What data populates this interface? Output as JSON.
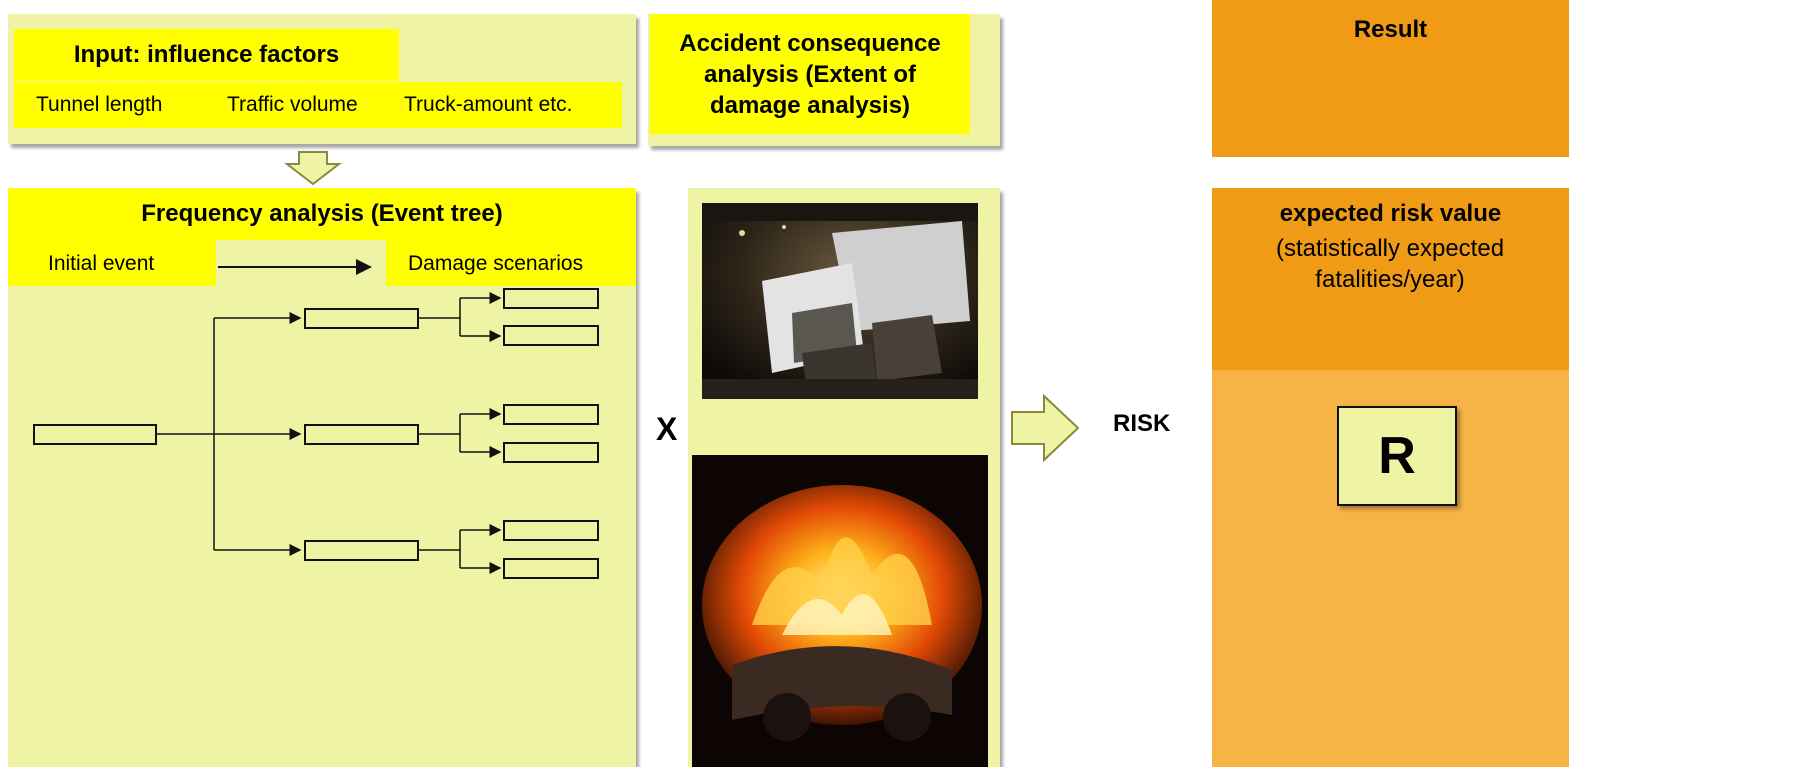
{
  "input_box": {
    "title": "Input: influence factors",
    "factors": [
      "Tunnel length",
      "Traffic volume",
      "Truck-amount etc."
    ]
  },
  "frequency_box": {
    "title": "Frequency analysis (Event tree)",
    "initial_label": "Initial event",
    "damage_label": "Damage scenarios"
  },
  "consequence_box": {
    "title": "Accident consequence analysis (Extent of damage analysis)"
  },
  "operator_symbol": "X",
  "risk_label": "RISK",
  "result_box": {
    "title": "Result",
    "value_title": "expected risk value",
    "value_note": "(statistically expected fatalities/year)",
    "symbol": "R"
  },
  "colors": {
    "panel": "#eef4a4",
    "highlight": "#ffff00",
    "result": "#ef9b16",
    "result_light": "#f6b447"
  }
}
